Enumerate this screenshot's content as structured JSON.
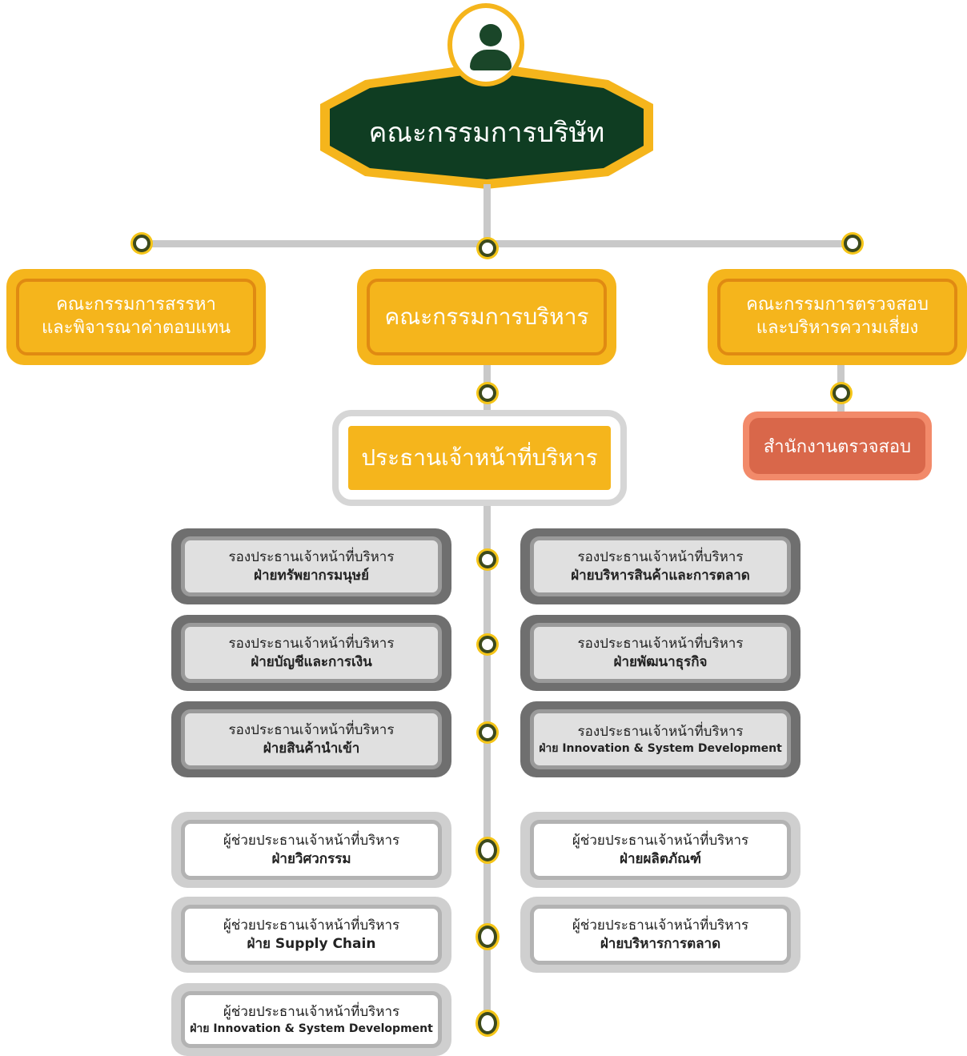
{
  "board": {
    "title": "คณะกรรมการบริษัท",
    "icon": "person-icon",
    "fill": "#0f3d22",
    "border": "#f5b51c"
  },
  "committees": {
    "nomination": {
      "line1": "คณะกรรมการสรรหา",
      "line2": "และพิจารณาค่าตอบแทน"
    },
    "executive": {
      "label": "คณะกรรมการบริหาร"
    },
    "audit_risk": {
      "line1": "คณะกรรมการตรวจสอบ",
      "line2": "และบริหารความเสี่ยง"
    }
  },
  "audit_office": {
    "label": "สำนักงานตรวจสอบ"
  },
  "ceo": {
    "label": "ประธานเจ้าหน้าที่บริหาร"
  },
  "vice_presidents": [
    {
      "title": "รองประธานเจ้าหน้าที่บริหาร",
      "division": "ฝ่ายทรัพยากรมนุษย์"
    },
    {
      "title": "รองประธานเจ้าหน้าที่บริหาร",
      "division": "ฝ่ายบริหารสินค้าและการตลาด"
    },
    {
      "title": "รองประธานเจ้าหน้าที่บริหาร",
      "division": "ฝ่ายบัญชีและการเงิน"
    },
    {
      "title": "รองประธานเจ้าหน้าที่บริหาร",
      "division": "ฝ่ายพัฒนาธุรกิจ"
    },
    {
      "title": "รองประธานเจ้าหน้าที่บริหาร",
      "division": "ฝ่ายสินค้านำเข้า"
    },
    {
      "title": "รองประธานเจ้าหน้าที่บริหาร",
      "division": "ฝ่าย Innovation & System Development"
    }
  ],
  "assistants": [
    {
      "title": "ผู้ช่วยประธานเจ้าหน้าที่บริหาร",
      "division": "ฝ่ายวิศวกรรม"
    },
    {
      "title": "ผู้ช่วยประธานเจ้าหน้าที่บริหาร",
      "division": "ฝ่ายผลิตภัณฑ์"
    },
    {
      "title": "ผู้ช่วยประธานเจ้าหน้าที่บริหาร",
      "division": "ฝ่าย Supply Chain"
    },
    {
      "title": "ผู้ช่วยประธานเจ้าหน้าที่บริหาร",
      "division": "ฝ่ายบริหารการตลาด"
    },
    {
      "title": "ผู้ช่วยประธานเจ้าหน้าที่บริหาร",
      "division": "ฝ่าย Innovation & System Development"
    }
  ],
  "colors": {
    "accent": "#f5b51c",
    "accent_dark": "#e08a12",
    "dark_green": "#0f3d22",
    "audit_office": "#d9674a",
    "connector": "#c9c9c9"
  }
}
